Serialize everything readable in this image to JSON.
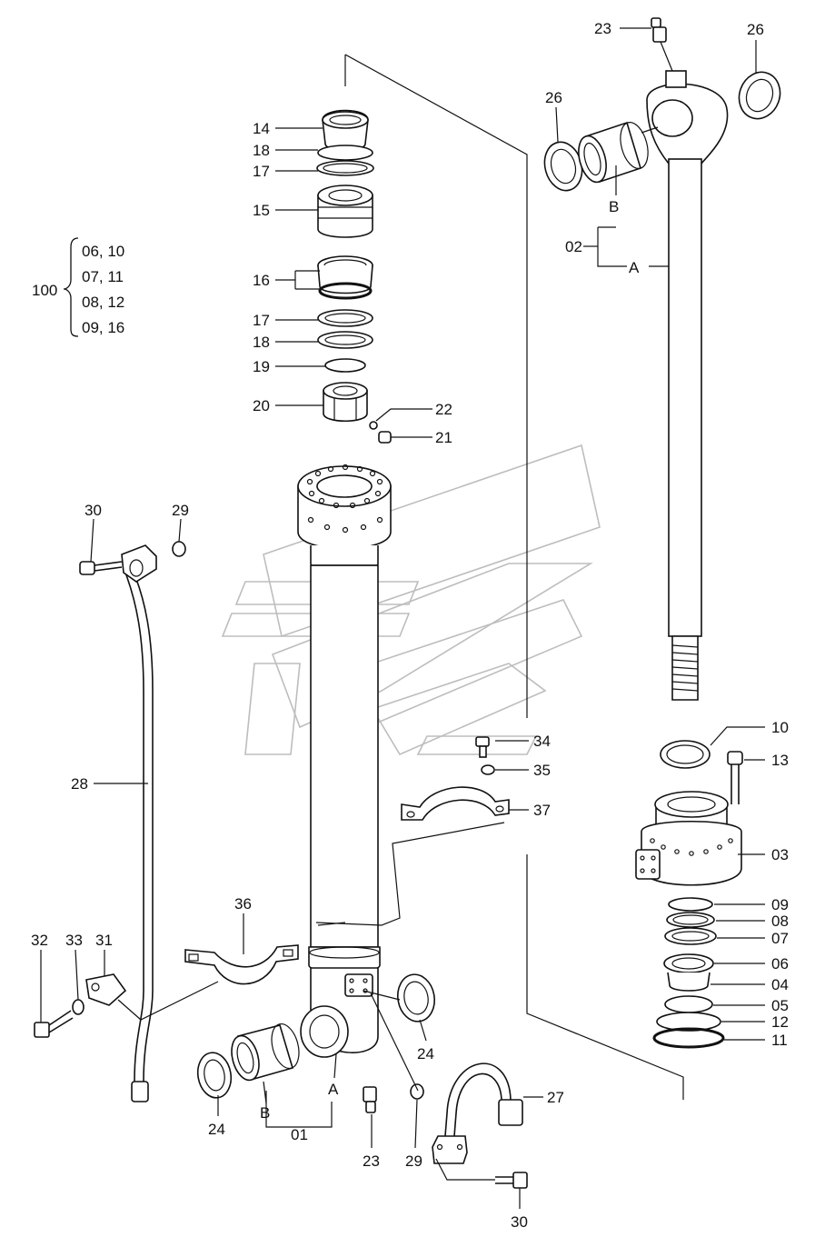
{
  "labels": {
    "p14": "14",
    "p18a": "18",
    "p17a": "17",
    "p15": "15",
    "p16": "16",
    "p17b": "17",
    "p18b": "18",
    "p19": "19",
    "p20": "20",
    "p22": "22",
    "p21": "21",
    "p23a": "23",
    "p26a": "26",
    "p26b": "26",
    "pB1": "B",
    "p02": "02",
    "pA1": "A",
    "p10": "10",
    "p13": "13",
    "p03": "03",
    "p09": "09",
    "p08": "08",
    "p07": "07",
    "p06": "06",
    "p04": "04",
    "p05": "05",
    "p12": "12",
    "p11": "11",
    "p30a": "30",
    "p29a": "29",
    "p28": "28",
    "p34": "34",
    "p35": "35",
    "p37": "37",
    "p36": "36",
    "p32": "32",
    "p33": "33",
    "p31": "31",
    "p24a": "24",
    "p24b": "24",
    "pA2": "A",
    "pB2": "B",
    "p01": "01",
    "p23b": "23",
    "p29b": "29",
    "p27": "27",
    "p30b": "30"
  },
  "kit": {
    "id": "100",
    "rows": [
      "06, 10",
      "07, 11",
      "08, 12",
      "09, 16"
    ]
  }
}
